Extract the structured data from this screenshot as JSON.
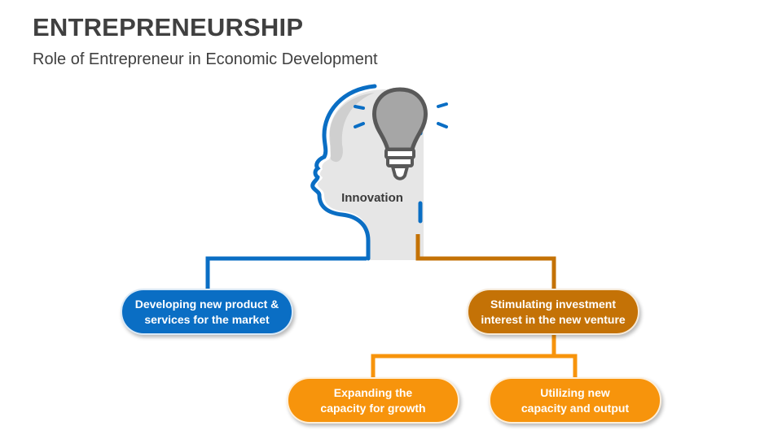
{
  "header": {
    "title": "ENTREPRENEURSHIP",
    "subtitle": "Role of Entrepreneur in Economic Development"
  },
  "center": {
    "label": "Innovation"
  },
  "nodes": {
    "left": {
      "line1": "Developing new product &",
      "line2": "services for the market"
    },
    "right": {
      "line1": "Stimulating investment",
      "line2": "interest in the new venture"
    },
    "bottom_left": {
      "line1": "Expanding the",
      "line2": "capacity for growth"
    },
    "bottom_right": {
      "line1": "Utilizing new",
      "line2": "capacity and output"
    }
  },
  "icons": {
    "head": "head-profile-icon",
    "bulb": "lightbulb-icon"
  },
  "colors": {
    "blue": "#0a6ec4",
    "dark_orange": "#c47206",
    "orange": "#f7940c",
    "gray": "#d9d9d9",
    "bulb": "#595959"
  }
}
